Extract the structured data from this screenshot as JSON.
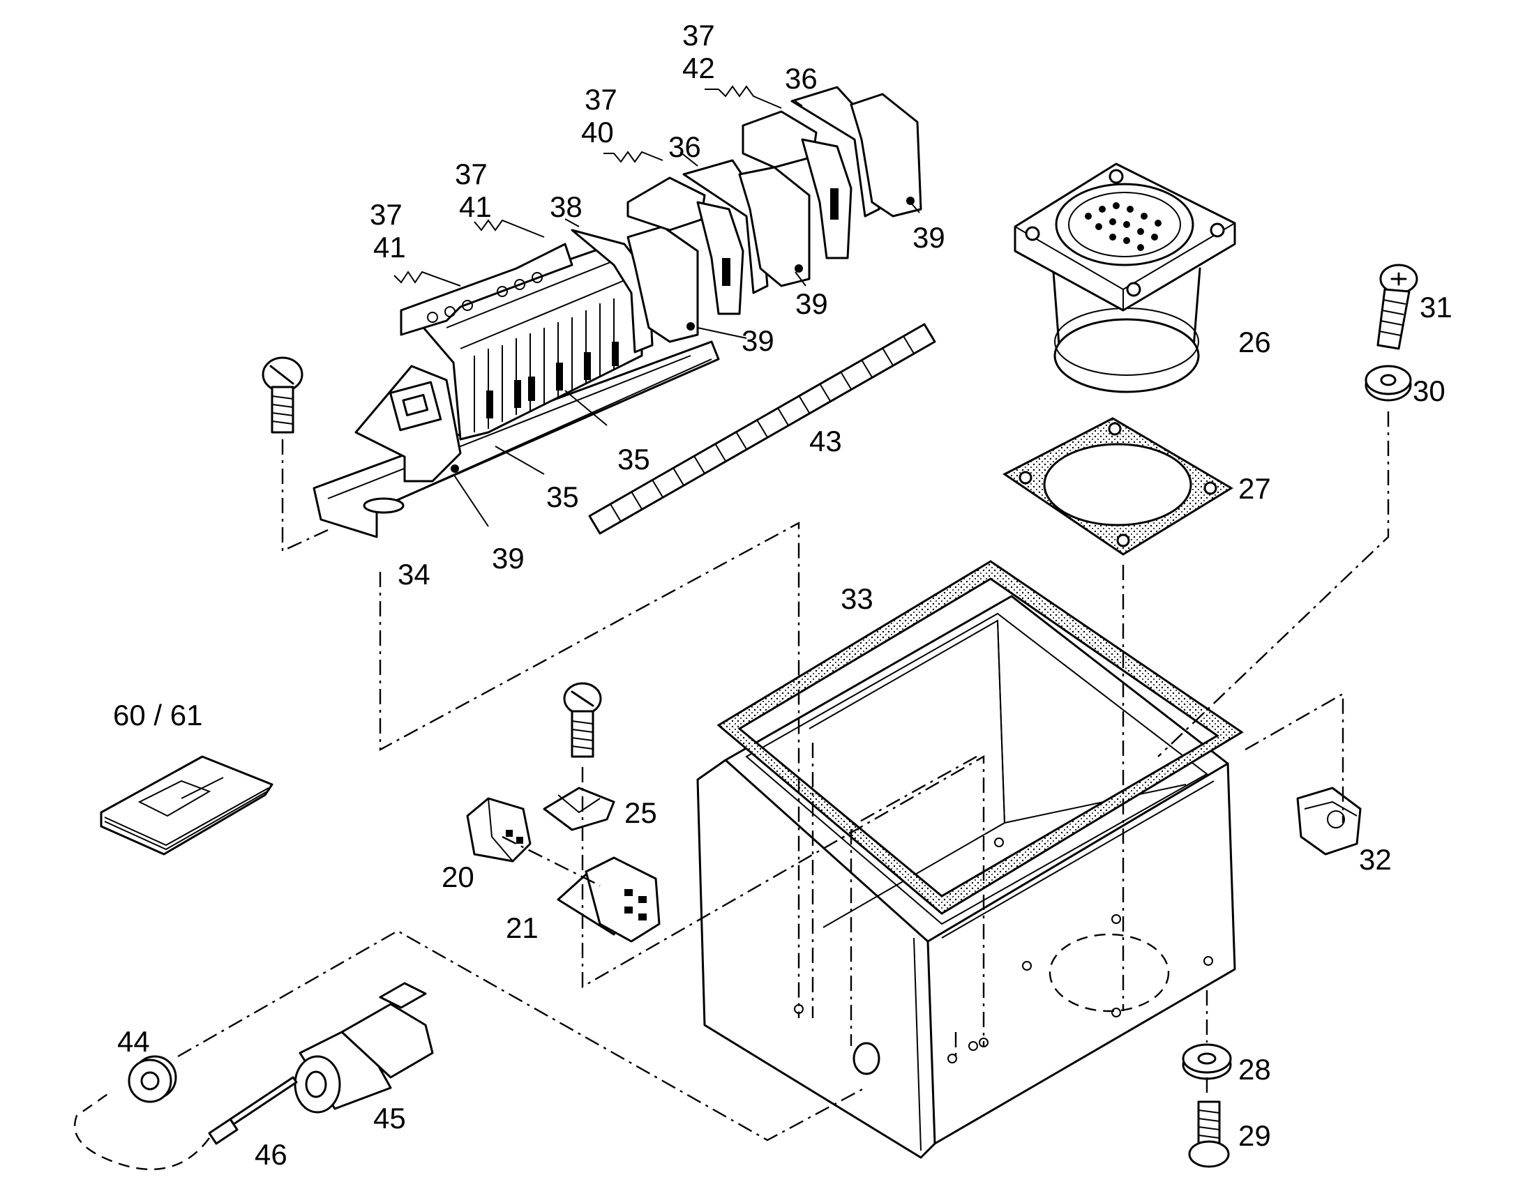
{
  "labels": {
    "l37a": "37",
    "l42": "42",
    "l36a": "36",
    "l37b": "37",
    "l40": "40",
    "l36b": "36",
    "l37c": "37",
    "l41a": "41",
    "l38": "38",
    "l37d": "37",
    "l41b": "41",
    "l39a": "39",
    "l39b": "39",
    "l39c": "39",
    "l39d": "39",
    "l26": "26",
    "l31": "31",
    "l30": "30",
    "l27": "27",
    "l43": "43",
    "l35a": "35",
    "l35b": "35",
    "l34": "34",
    "l33": "33",
    "l6061": "60 / 61",
    "l25": "25",
    "l20": "20",
    "l21": "21",
    "l32": "32",
    "l44": "44",
    "l45": "45",
    "l46": "46",
    "l28": "28",
    "l29": "29"
  }
}
